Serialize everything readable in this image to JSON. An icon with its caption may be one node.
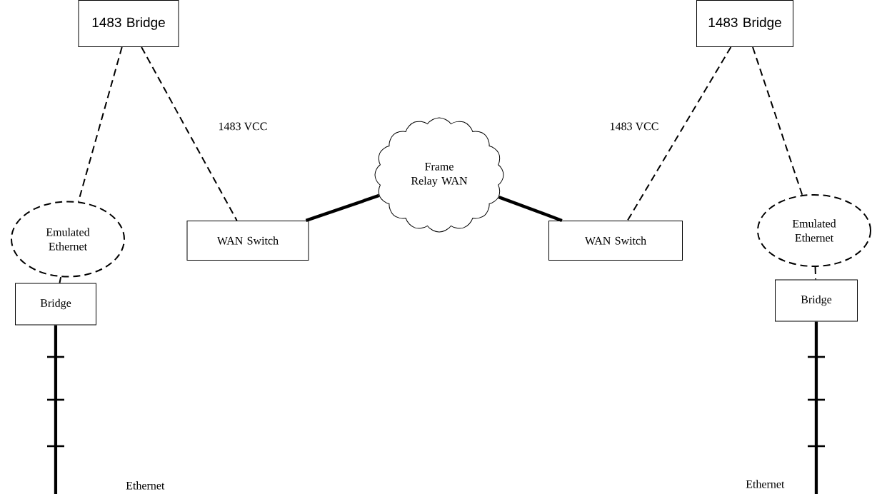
{
  "diagram": {
    "nodes": [
      {
        "text": [
          "1483 Bridge"
        ]
      },
      {
        "text": [
          "1483 Bridge"
        ]
      },
      {
        "text": [
          "Emulated Ethernet"
        ]
      },
      {
        "text": [
          "Emulated Ethernet"
        ]
      },
      {
        "text": [
          "WAN Switch"
        ]
      },
      {
        "text": [
          "WAN Switch"
        ]
      },
      {
        "text": [
          "Frame Relay WAN"
        ]
      },
      {
        "text": [
          "Bridge"
        ]
      },
      {
        "text": [
          "Bridge"
        ]
      }
    ],
    "edges": [
      {
        "from": 0,
        "to": 2,
        "arrow": "none",
        "style": "dashed"
      },
      {
        "from": 0,
        "to": 4,
        "arrow": "none",
        "style": "dashed",
        "label": "1483 VCC"
      },
      {
        "from": 4,
        "to": 6,
        "arrow": "none",
        "style": "thick"
      },
      {
        "from": 6,
        "to": 5,
        "arrow": "none",
        "style": "thick"
      },
      {
        "from": 1,
        "to": 5,
        "arrow": "none",
        "style": "dashed",
        "label": "1483 VCC"
      },
      {
        "from": 1,
        "to": 3,
        "arrow": "none",
        "style": "dashed"
      },
      {
        "from": 2,
        "to": 7,
        "arrow": "none",
        "style": "dashed"
      },
      {
        "from": 3,
        "to": 8,
        "arrow": "none",
        "style": "dashed"
      },
      {
        "from": 7,
        "to": null,
        "arrow": "none",
        "style": "thick"
      },
      {
        "from": 8,
        "to": null,
        "arrow": "none",
        "style": "thick"
      }
    ],
    "labels": [
      "Ethernet",
      "Ethernet"
    ]
  }
}
